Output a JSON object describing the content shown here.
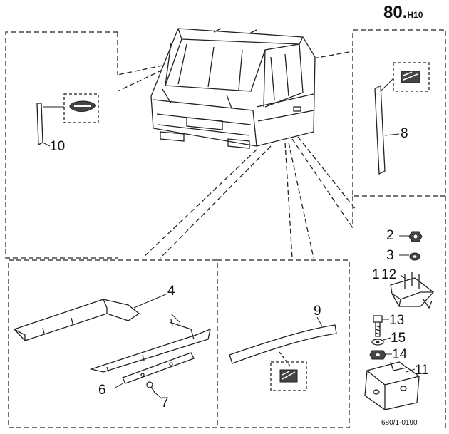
{
  "page": {
    "number": "80.",
    "suffix": "H10",
    "reference": "680/1-0190"
  },
  "callouts": {
    "c1": "1",
    "c2": "2",
    "c3": "3",
    "c4": "4",
    "c6": "6",
    "c7": "7",
    "c8": "8",
    "c9": "9",
    "c10": "10",
    "c11": "11",
    "c12": "12",
    "c13": "13",
    "c14": "14",
    "c15": "15"
  },
  "icons": {
    "cab": "truck-cab-icon",
    "seal": "rubber-seal-section-icon",
    "profile": "profile-section-icon"
  },
  "colors": {
    "line": "#222222",
    "background": "#ffffff"
  }
}
